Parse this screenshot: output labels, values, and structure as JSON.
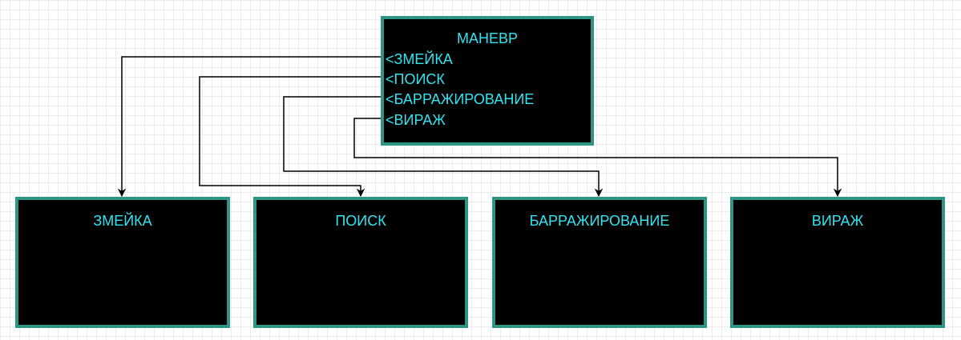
{
  "diagram": {
    "parent": {
      "title": "МАНЕВР",
      "items": [
        "<ЗМЕЙКА",
        "<ПОИСК",
        "<БАРРАЖИРОВАНИЕ",
        "<ВИРАЖ"
      ]
    },
    "children": [
      "ЗМЕЙКА",
      "ПОИСК",
      "БАРРАЖИРОВАНИЕ",
      "ВИРАЖ"
    ],
    "colors": {
      "node_fill": "#000000",
      "node_border": "#2e9484",
      "text": "#2fe5f2",
      "connector": "#000000",
      "grid": "#ececec"
    }
  }
}
